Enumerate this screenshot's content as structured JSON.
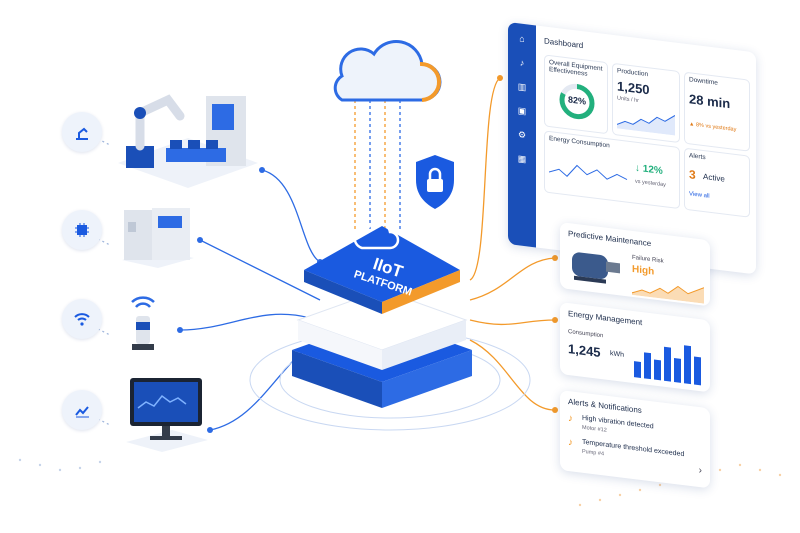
{
  "platform": {
    "line1": "IIoT",
    "line2": "PLATFORM"
  },
  "dashboard": {
    "title": "Dashboard",
    "oee_label": "Overall Equipment Effectiveness",
    "oee_value": "82%",
    "production_label": "Production",
    "production_value": "1,250",
    "production_unit": "Units / hr",
    "downtime_label": "Downtime",
    "downtime_value": "28 min",
    "downtime_change": "▲ 8% vs yesterday",
    "energy_label": "Energy Consumption",
    "energy_change": "↓ 12%",
    "energy_compare": "vs yesterday",
    "alerts_label": "Alerts",
    "alerts_count": "3",
    "alerts_status": "Active",
    "view_all": "View all"
  },
  "predictive": {
    "title": "Predictive Maintenance",
    "risk_label": "Failure Risk",
    "risk_value": "High"
  },
  "energy": {
    "title": "Energy Management",
    "label": "Consumption",
    "value": "1,245",
    "unit": "kWh"
  },
  "alerts": {
    "title": "Alerts & Notifications",
    "items": [
      {
        "text": "High vibration detected",
        "sub": "Motor #12"
      },
      {
        "text": "Temperature threshold exceeded",
        "sub": "Pump #4"
      }
    ]
  },
  "colors": {
    "primary": "#1a5ae0",
    "orange": "#f39a2b",
    "navy": "#1a4fb8"
  },
  "icons": [
    "robot-arm-icon",
    "chip-icon",
    "wifi-icon",
    "chart-icon",
    "cloud-icon",
    "lock-icon",
    "shield-icon"
  ]
}
